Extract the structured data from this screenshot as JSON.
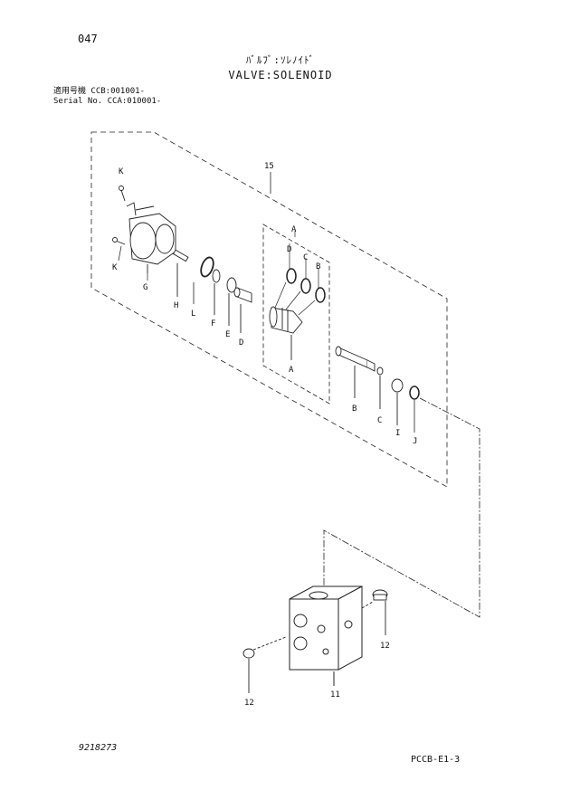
{
  "header": {
    "page_number": "047",
    "title_japanese": "ﾊﾞﾙﾌﾞ:ｿﾚﾉｲﾄﾞ",
    "title_english": "VALVE:SOLENOID",
    "serial_rows": [
      "適用号機 CCB:001001-",
      "Serial No. CCA:010001-"
    ]
  },
  "footer": {
    "drawing_number": "9218273",
    "page_code": "PCCB-E1-3"
  },
  "callouts": {
    "assembly": "15",
    "block": "11",
    "plug_right": "12",
    "plug_left": "12",
    "a_top": "A",
    "a_bottom": "A",
    "b_top": "B",
    "b_bottom": "B",
    "c_top": "C",
    "c_bottom": "C",
    "d_top": "D",
    "d_bottom": "D",
    "e": "E",
    "f": "F",
    "g": "G",
    "h": "H",
    "i": "I",
    "j": "J",
    "k_top": "K",
    "k_bottom": "K",
    "l": "L"
  }
}
